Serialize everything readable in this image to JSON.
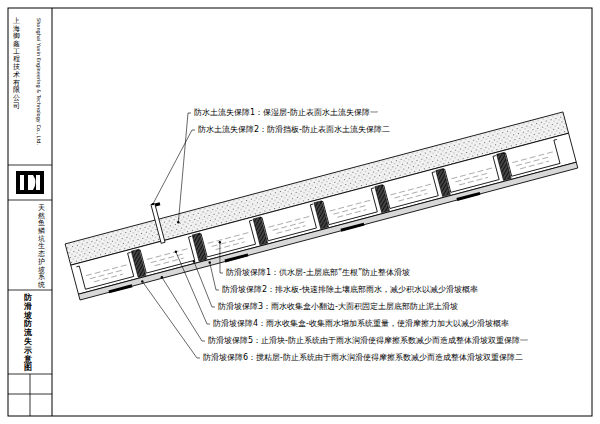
{
  "diagram": {
    "title": "防滑坡防流失示意图",
    "labels": [
      "上海御鑫工程技术有限公司",
      "Shanghai Yuxin Engineering & Technology Co., Ltd.",
      "天然鱼鳞坑生态护坡系统",
      "防水土流失保障1：保湿层-防止表面水土流失保障一",
      "防水土流失保障2：防滑挡板-防止表面水土流失保障二",
      "防滑坡保障1：供水层-土层底部“生根”防止整体滑坡",
      "防滑坡保障2：排水板-快速排除土壤底部雨水，减少积水以减少滑坡概率",
      "防滑坡保障3：雨水收集盒小翻边-大面积固定土层底部防止泥土滑坡",
      "防滑坡保障4：雨水收集盒-收集雨水增加系统重量，使滑摩擦力加大以减少滑坡概率",
      "防滑坡保障5：止滑块-防止系统由于雨水润滑使得摩擦系数减少而造成整体滑坡双重保障一",
      "防滑坡保障6：搅粘层-防止系统由于雨水润滑使得摩擦系数减少而造成整体滑坡双重保障二"
    ]
  }
}
